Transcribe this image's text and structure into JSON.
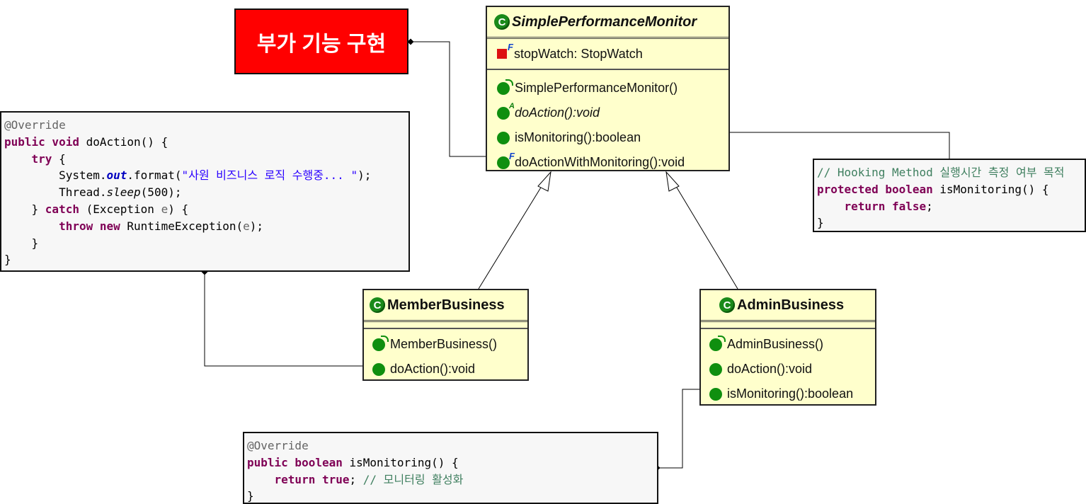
{
  "note_label": "부가 기능 구현",
  "classes": {
    "spm": {
      "icon": "C",
      "name": "SimplePerformanceMonitor",
      "field": "stopWatch: StopWatch",
      "methods": [
        "SimplePerformanceMonitor()",
        "doAction():void",
        "isMonitoring():boolean",
        "doActionWithMonitoring():void"
      ]
    },
    "member": {
      "icon": "C",
      "name": "MemberBusiness",
      "methods": [
        "MemberBusiness()",
        "doAction():void"
      ]
    },
    "admin": {
      "icon": "C",
      "name": "AdminBusiness",
      "methods": [
        "AdminBusiness()",
        "doAction():void",
        "isMonitoring():boolean"
      ]
    }
  },
  "code_member": {
    "l1": "@Override",
    "l2_kw": "public void",
    "l2_rest": " doAction() {",
    "l3_kw": "try",
    "l3_rest": " {",
    "l4_a": "System.",
    "l4_out": "out",
    "l4_b": ".format(",
    "l4_str": "\"사원 비즈니스 로직 수행중... \"",
    "l4_c": ");",
    "l5_a": "Thread.",
    "l5_sleep": "sleep",
    "l5_b": "(500);",
    "l6_a": "} ",
    "l6_kw": "catch",
    "l6_b": " (Exception ",
    "l6_e": "e",
    "l6_c": ") {",
    "l7_kw": "throw new",
    "l7_a": " RuntimeException(",
    "l7_e": "e",
    "l7_b": ");",
    "l8": "}",
    "l9": "}"
  },
  "code_hook": {
    "l1": "// Hooking Method 실행시간 측정 여부 목적",
    "l2_kw": "protected boolean",
    "l2_rest": " isMonitoring() {",
    "l3_kw": "return false",
    "l3_rest": ";",
    "l4": "}"
  },
  "code_admin": {
    "l1": "@Override",
    "l2_kw": "public boolean",
    "l2_rest": " isMonitoring() {",
    "l3_kw": "return true",
    "l3_rest": "; ",
    "l3_cmt": "// 모니터링 활성화",
    "l4": "}"
  },
  "colors": {
    "class_fill": "#ffffcc",
    "note_red": "#ff0000",
    "keyword": "#7f0055",
    "string": "#2a00ff",
    "comment": "#3f7f5f",
    "method_icon": "#0f8f0f"
  },
  "icons": [
    "class-c-icon",
    "public-method-icon",
    "constructor-icon",
    "abstract-marker-icon",
    "final-marker-icon",
    "private-field-icon"
  ]
}
